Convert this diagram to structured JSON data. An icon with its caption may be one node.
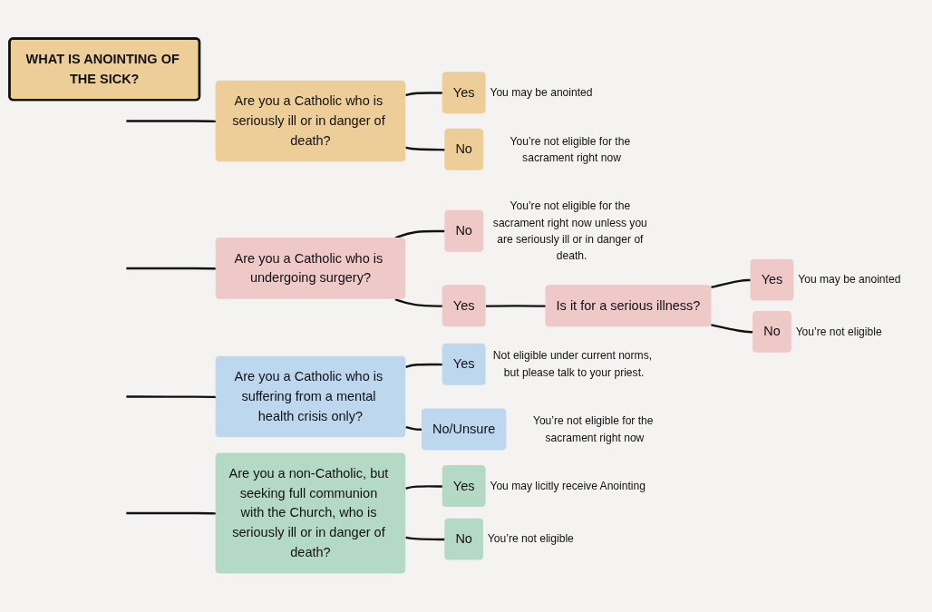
{
  "diagram": {
    "nodes": [
      {
        "text": [
          "Are you a Catholic who is seriously ill or in danger of death?"
        ]
      },
      {
        "text": [
          "Yes"
        ],
        "beside": [
          "You may be anointed"
        ]
      },
      {
        "text": [
          "No"
        ],
        "beside": [
          "You’re not eligible for the sacrament right now"
        ]
      },
      {
        "text": [
          "Are you a Catholic who is undergoing surgery?"
        ]
      },
      {
        "text": [
          "Yes"
        ]
      },
      {
        "text": [
          "No"
        ],
        "beside": [
          "You’re not eligible for the sacrament right now unless you are seriously ill or in danger of death."
        ]
      },
      {
        "text": [
          "Is it for a serious illness?"
        ]
      },
      {
        "text": [
          "Yes"
        ],
        "beside": [
          "You may be anointed"
        ]
      },
      {
        "text": [
          "No"
        ],
        "beside": [
          "You’re not eligible"
        ]
      },
      {
        "text": [
          "Are you a Catholic who is suffering from a mental health crisis only?"
        ]
      },
      {
        "text": [
          "Yes"
        ],
        "beside": [
          "Not eligible under current norms, but please talk to your priest."
        ]
      },
      {
        "text": [
          "No/Unsure"
        ],
        "beside": [
          "You’re not eligible for the sacrament right now"
        ]
      },
      {
        "text": [
          "Are you a non-Catholic, but seeking full communion with the Church, who is seriously ill or in danger of death?"
        ]
      },
      {
        "text": [
          "Yes"
        ],
        "beside": [
          "You may licitly receive Anointing"
        ]
      },
      {
        "text": [
          "No"
        ],
        "beside": [
          "You’re not eligible"
        ]
      },
      {
        "text": [
          "WHAT IS ANOINTING OF THE SICK?"
        ]
      }
    ],
    "edges": [
      {
        "from": null,
        "to": 0,
        "arrow": "none"
      },
      {
        "from": 0,
        "to": 1,
        "arrow": "none"
      },
      {
        "from": 0,
        "to": 2,
        "arrow": "none"
      },
      {
        "from": null,
        "to": 3,
        "arrow": "none"
      },
      {
        "from": 3,
        "to": 4,
        "arrow": "none"
      },
      {
        "from": 3,
        "to": 5,
        "arrow": "none"
      },
      {
        "from": 4,
        "to": 6,
        "arrow": "none"
      },
      {
        "from": 6,
        "to": 7,
        "arrow": "none"
      },
      {
        "from": 6,
        "to": 8,
        "arrow": "none"
      },
      {
        "from": null,
        "to": 9,
        "arrow": "none"
      },
      {
        "from": 9,
        "to": 10,
        "arrow": "none"
      },
      {
        "from": 9,
        "to": 11,
        "arrow": "none"
      },
      {
        "from": null,
        "to": 12,
        "arrow": "none"
      },
      {
        "from": 12,
        "to": 13,
        "arrow": "none"
      },
      {
        "from": 12,
        "to": 14,
        "arrow": "none"
      }
    ]
  }
}
